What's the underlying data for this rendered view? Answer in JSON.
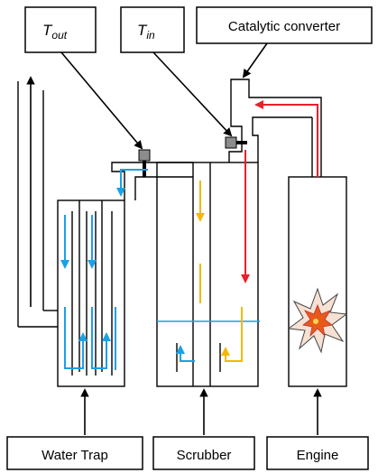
{
  "labels": {
    "t_out": {
      "symbol": "T",
      "subscript": "out"
    },
    "t_in": {
      "symbol": "T",
      "subscript": "in"
    },
    "catalytic_converter": "Catalytic converter",
    "water_trap": "Water Trap",
    "scrubber": "Scrubber",
    "engine": "Engine"
  },
  "colors": {
    "outline": "#000000",
    "blue_flow": "#1aa1e6",
    "orange_flow": "#f5b800",
    "red_flow": "#e8202a",
    "sensor": "#8c8c8c"
  },
  "icons": {
    "engine_explosion": "explosion-icon"
  }
}
